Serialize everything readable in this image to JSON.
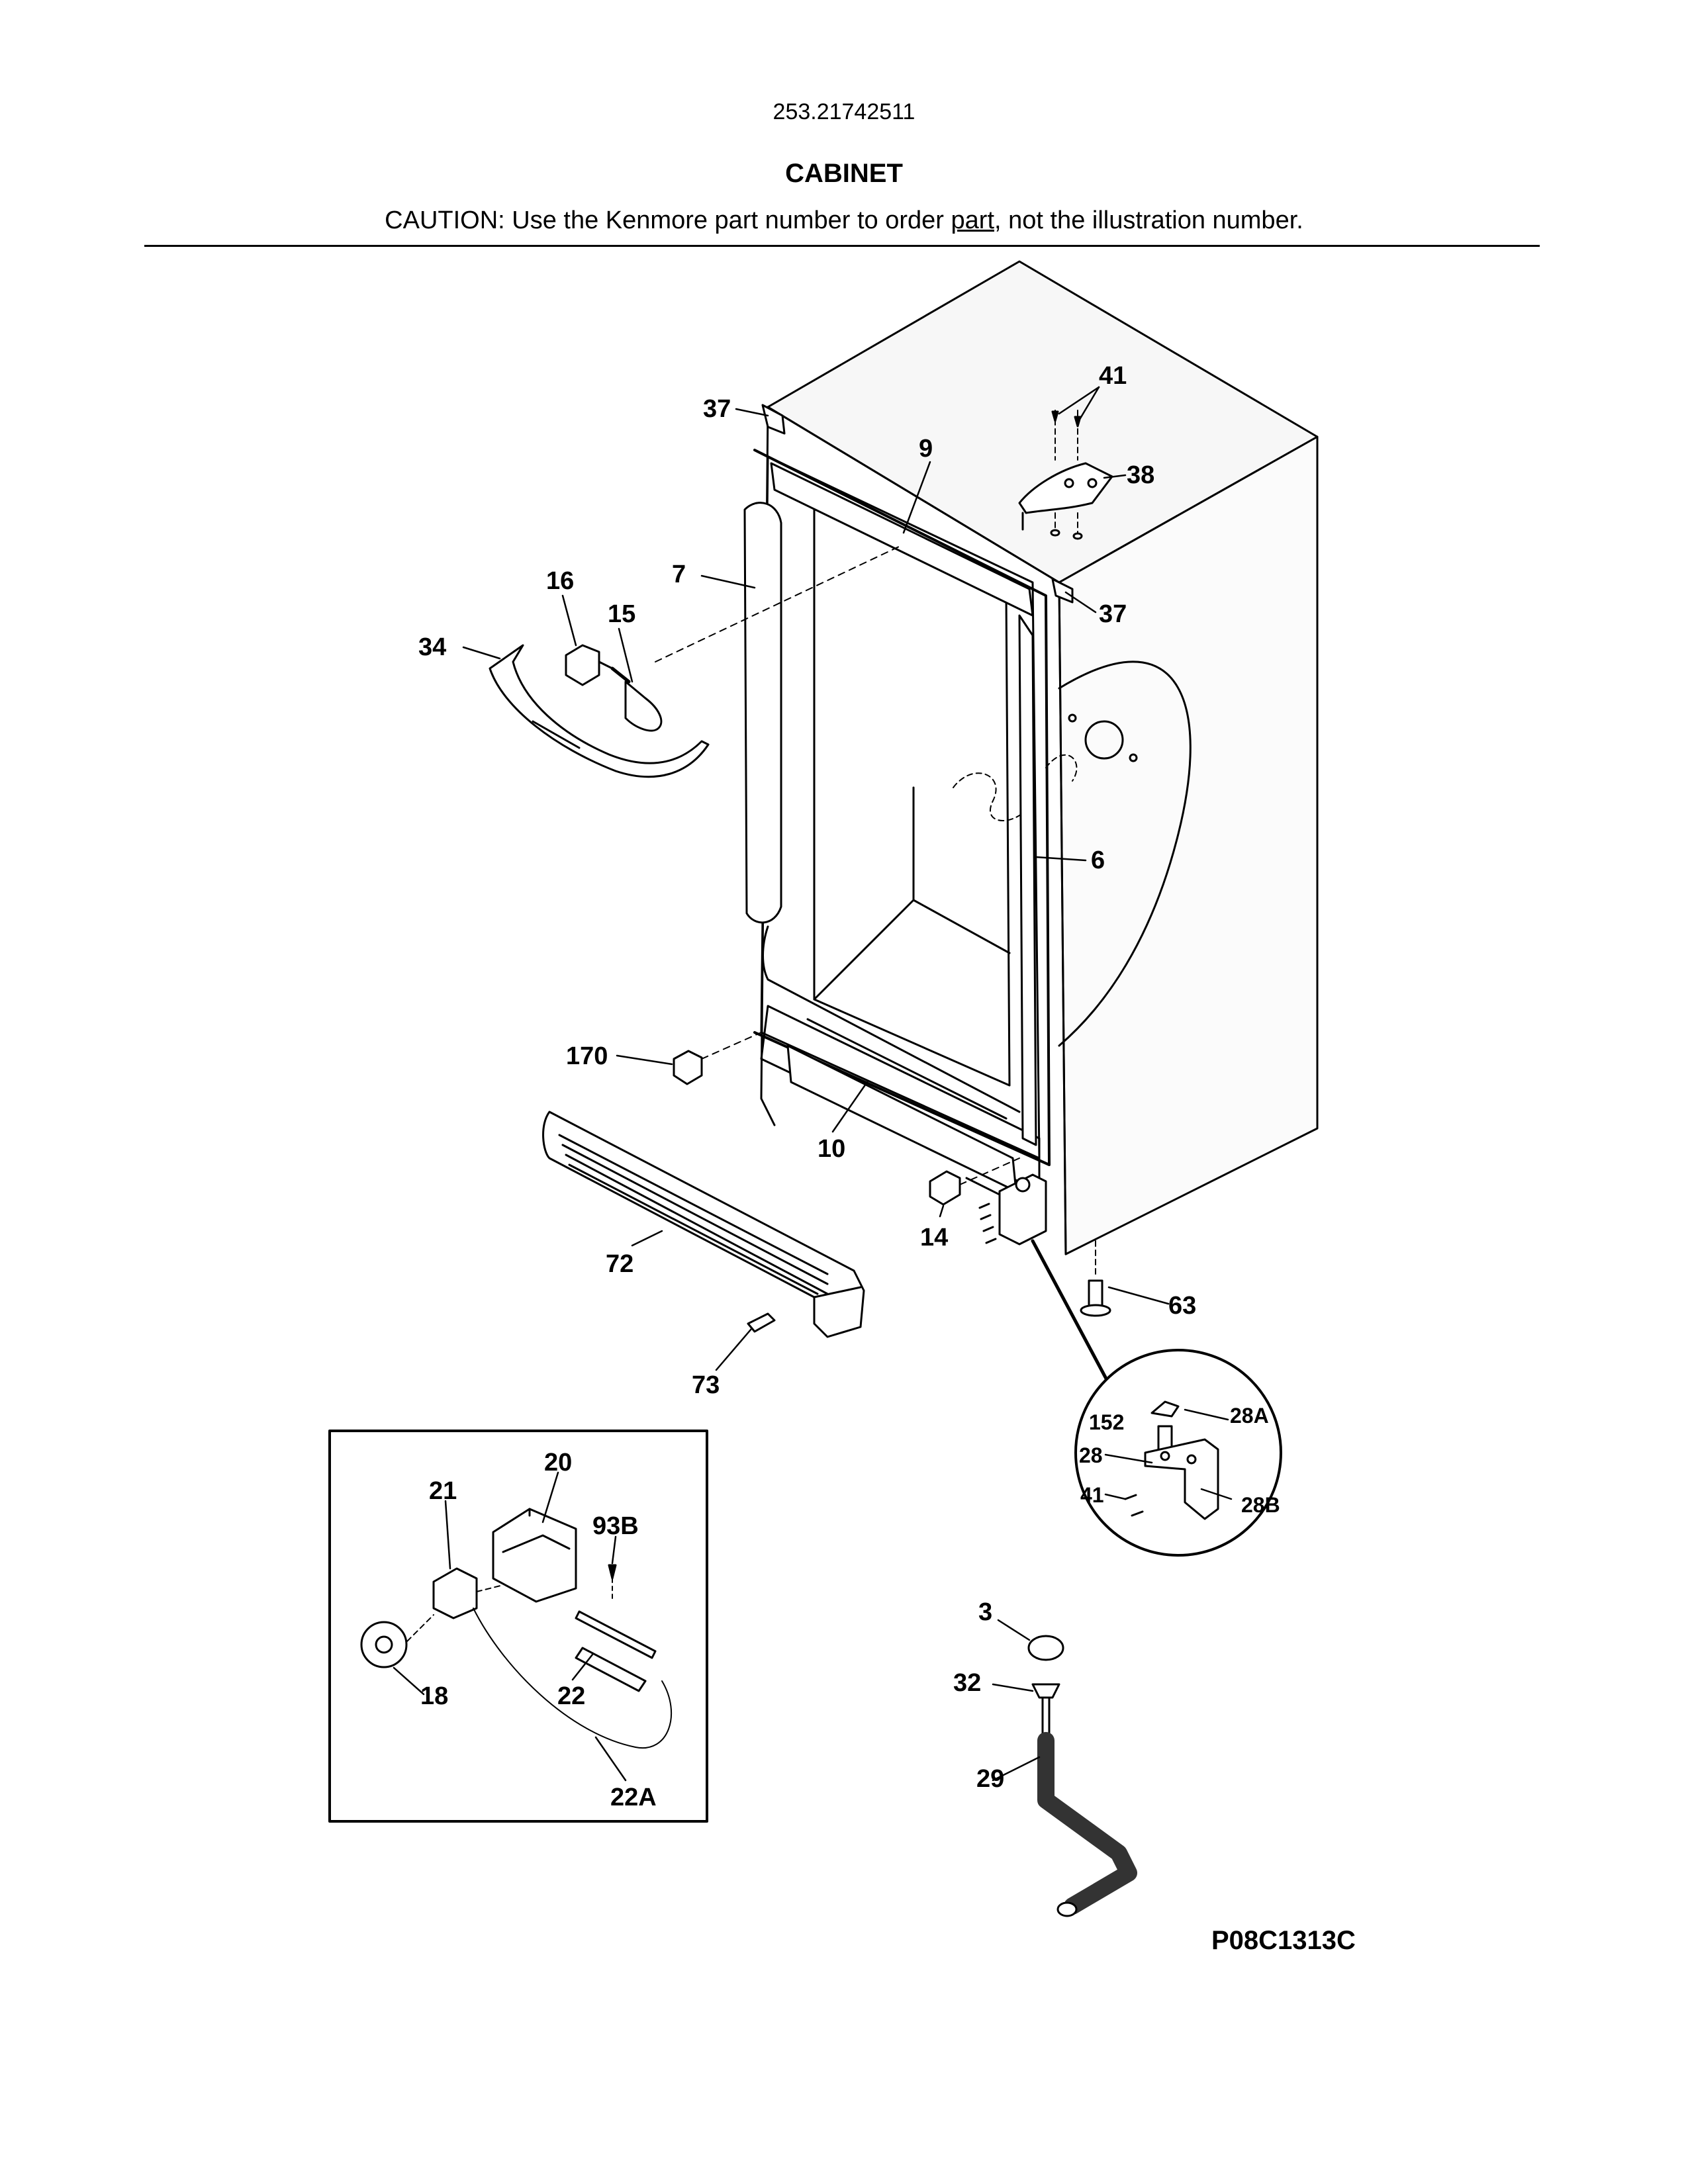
{
  "header": {
    "model_number": "253.21742511",
    "title": "CABINET",
    "caution_prefix": "CAUTION: Use the Kenmore part number to order ",
    "caution_link": "part",
    "caution_suffix": ", not the illustration number."
  },
  "callouts": {
    "c37a": "37",
    "c41": "41",
    "c9": "9",
    "c38": "38",
    "c7": "7",
    "c37b": "37",
    "c16": "16",
    "c15": "15",
    "c34": "34",
    "c6": "6",
    "c170": "170",
    "c10": "10",
    "c14": "14",
    "c72": "72",
    "c63": "63",
    "c73": "73",
    "c152": "152",
    "c28A": "28A",
    "c28": "28",
    "c41b": "41",
    "c28B": "28B",
    "c20": "20",
    "c21": "21",
    "c93B": "93B",
    "c18": "18",
    "c22": "22",
    "c22A": "22A",
    "c3": "3",
    "c32": "32",
    "c29": "29"
  },
  "drawing_code": "P08C1313C"
}
